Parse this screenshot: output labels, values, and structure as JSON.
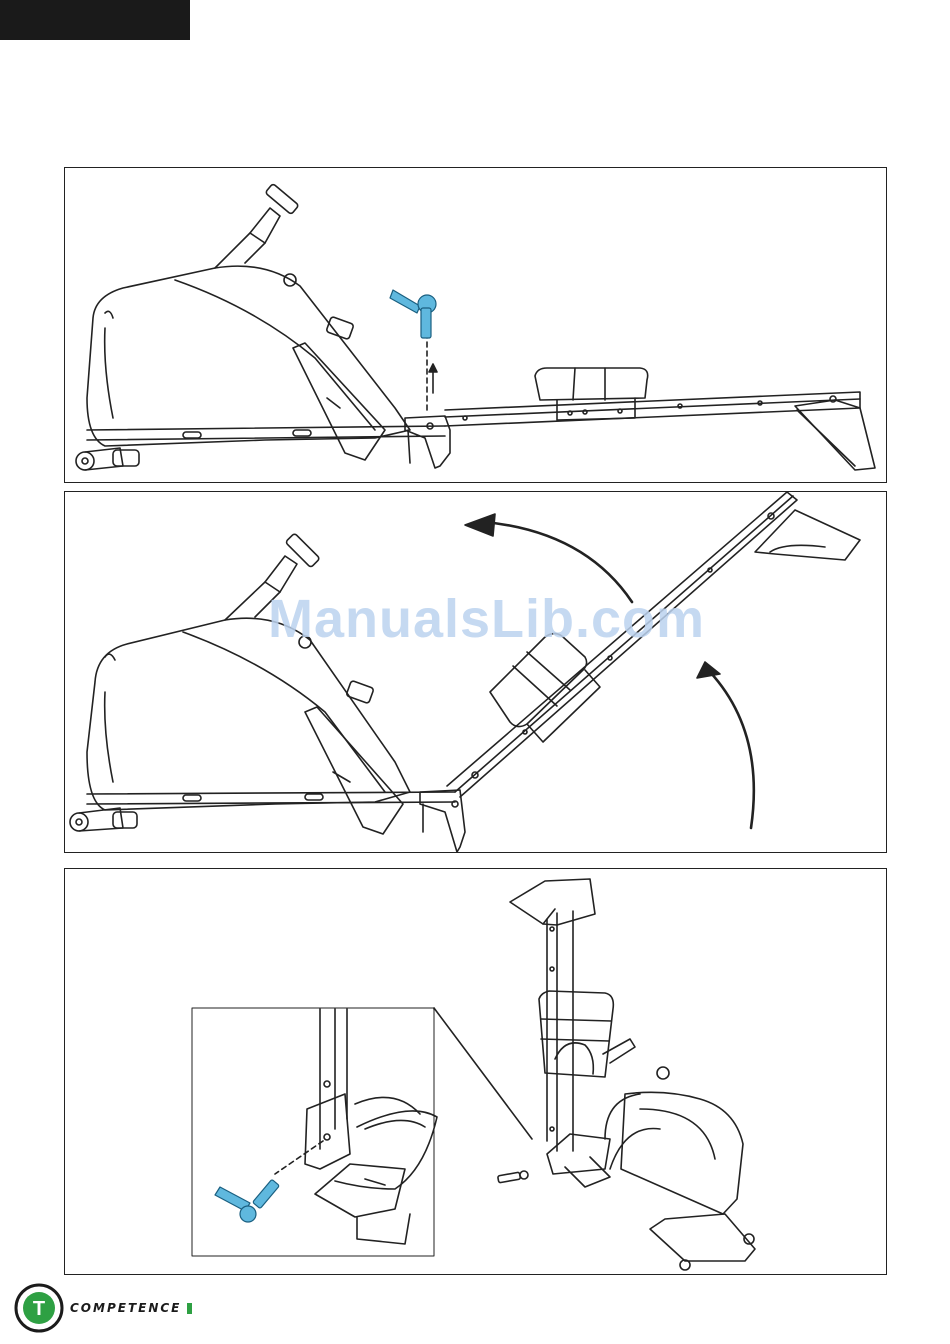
{
  "header": {
    "tab_color": "#1a1a1a"
  },
  "watermark": {
    "text": "ManualsLib.com"
  },
  "steps": [
    {
      "name": "remove-knob",
      "knob_color": "#5fb8de"
    },
    {
      "name": "fold-rail-up"
    },
    {
      "name": "stored-upright",
      "knob_color": "#5fb8de"
    }
  ],
  "footer": {
    "brand_name": "COMPETENCE",
    "brand_color": "#2ea043",
    "logo_letter": "T"
  },
  "icons": [
    "knob-icon",
    "up-arrow-icon",
    "curved-arrow-icon",
    "brand-logo-icon"
  ]
}
